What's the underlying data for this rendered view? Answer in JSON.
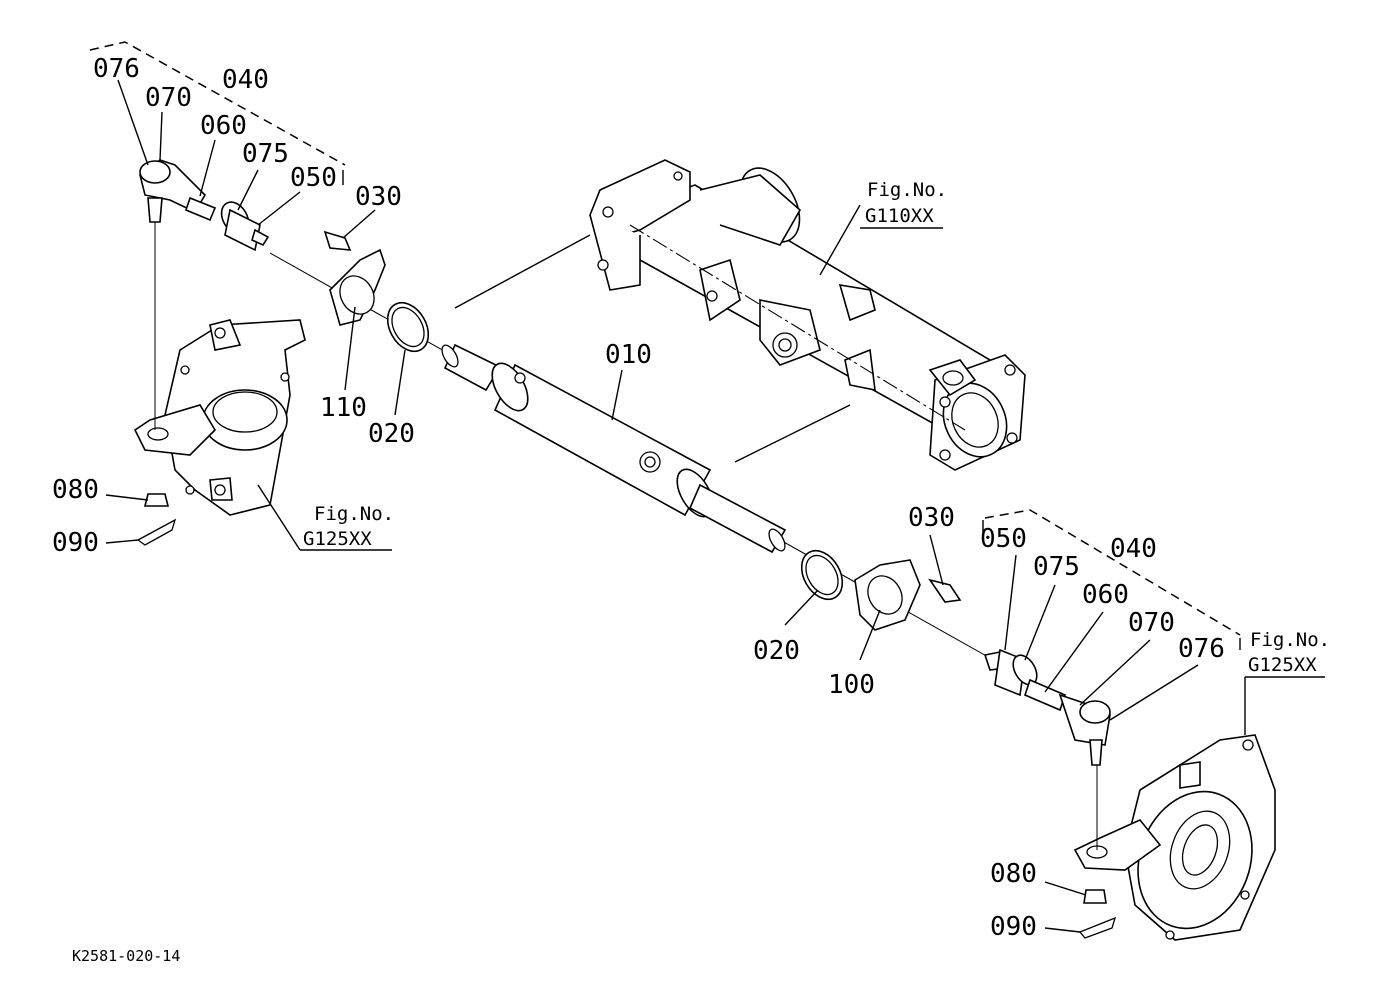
{
  "diagram": {
    "code": "K2581-020-14",
    "parts": {
      "p010": "010",
      "p020_left": "020",
      "p020_right": "020",
      "p030_left": "030",
      "p030_right": "030",
      "p040_left": "040",
      "p040_right": "040",
      "p050_left": "050",
      "p050_right": "050",
      "p060_left": "060",
      "p060_right": "060",
      "p070_left": "070",
      "p070_right": "070",
      "p075_left": "075",
      "p075_right": "075",
      "p076_left": "076",
      "p076_right": "076",
      "p080_left": "080",
      "p080_right": "080",
      "p090_left": "090",
      "p090_right": "090",
      "p100": "100",
      "p110": "110"
    },
    "figrefs": {
      "axle": {
        "label": "Fig.No.",
        "code": "G110XX"
      },
      "left_knuckle": {
        "label": "Fig.No.",
        "code": "G125XX"
      },
      "right_knuckle": {
        "label": "Fig.No.",
        "code": "G125XX"
      }
    }
  }
}
